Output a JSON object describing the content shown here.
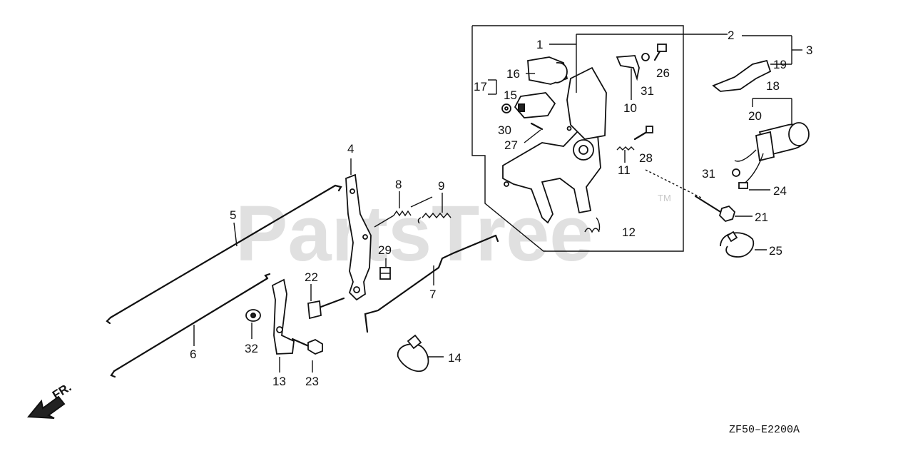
{
  "watermark": {
    "text": "PartsTree",
    "tm": "TM"
  },
  "diagram_code": "ZF50–E2200A",
  "direction_label": "FR.",
  "labels": {
    "p1": "1",
    "p2": "2",
    "p3": "3",
    "p4": "4",
    "p5": "5",
    "p6": "6",
    "p7": "7",
    "p8": "8",
    "p9": "9",
    "p10": "10",
    "p11": "11",
    "p12": "12",
    "p13": "13",
    "p14": "14",
    "p15": "15",
    "p16": "16",
    "p17": "17",
    "p18": "18",
    "p19": "19",
    "p20": "20",
    "p21": "21",
    "p22": "22",
    "p23": "23",
    "p24": "24",
    "p25": "25",
    "p26": "26",
    "p27": "27",
    "p28": "28",
    "p29": "29",
    "p30": "30",
    "p31a": "31",
    "p31b": "31",
    "p32": "32"
  }
}
